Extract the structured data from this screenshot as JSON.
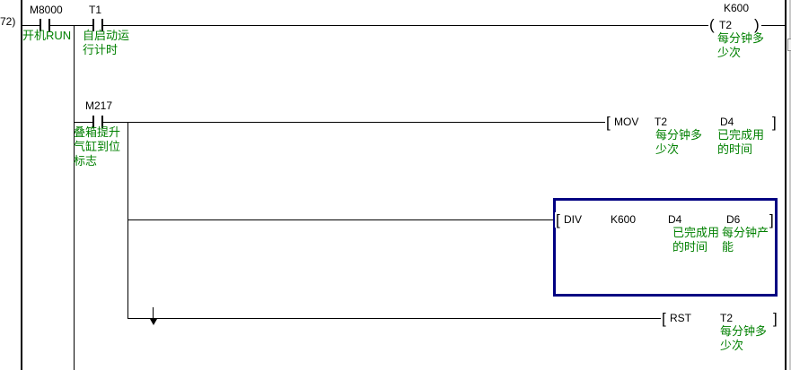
{
  "step": {
    "number": "72)"
  },
  "colors": {
    "comment_green": "#008000",
    "selection_navy": "#000082",
    "line_black": "#000000"
  },
  "rung1": {
    "m8000": {
      "label": "M8000",
      "comment": "开机RUN"
    },
    "t1": {
      "label": "T1",
      "comment": "自启动运\n行计时"
    },
    "coil": {
      "preset": "K600",
      "open": "(",
      "device": "T2",
      "close": ")",
      "comment": "每分钟多\n少次"
    }
  },
  "rung2": {
    "m217": {
      "label": "M217",
      "comment": "叠箱提升\n气缸到位\n标志"
    },
    "mov": {
      "open": "[",
      "mnemonic": "MOV",
      "source": "T2",
      "source_comment": "每分钟多\n少次",
      "dest": "D4",
      "dest_comment": "已完成用\n的时间",
      "close": "]"
    }
  },
  "rung3": {
    "div": {
      "open": "[",
      "mnemonic": "DIV",
      "operand1": "K600",
      "operand2": "D4",
      "operand2_comment": "已完成用\n的时间",
      "operand3": "D6",
      "operand3_comment": "每分钟产\n能",
      "close": "]"
    }
  },
  "rung4": {
    "rst": {
      "open": "[",
      "mnemonic": "RST",
      "operand": "T2",
      "operand_comment": "每分钟多\n少次",
      "close": "]"
    }
  }
}
